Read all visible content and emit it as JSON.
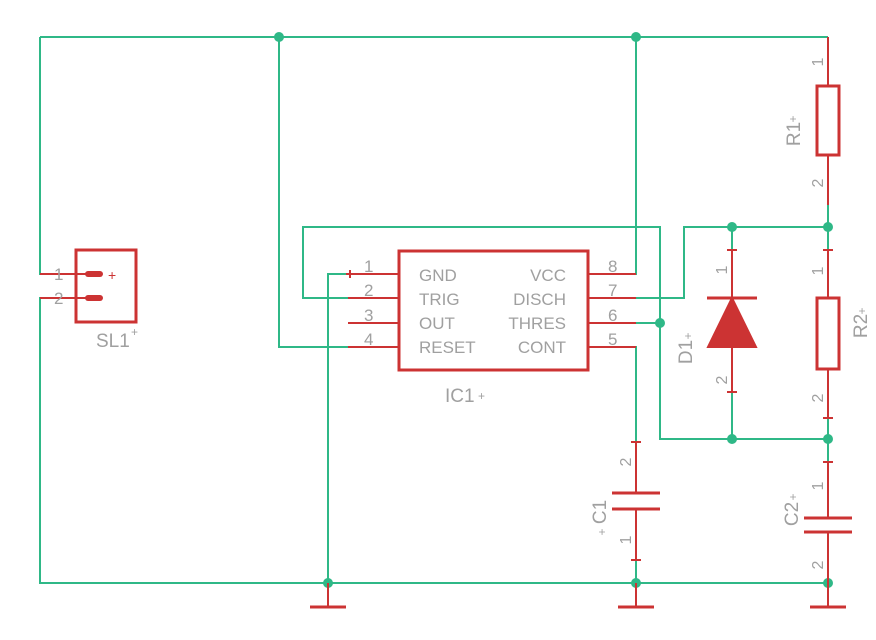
{
  "connector": {
    "name": "SL1",
    "pins": [
      "1",
      "2"
    ],
    "polarity": "+"
  },
  "ic": {
    "name": "IC1",
    "left_pins": [
      {
        "num": "1",
        "label": "GND"
      },
      {
        "num": "2",
        "label": "TRIG"
      },
      {
        "num": "3",
        "label": "OUT"
      },
      {
        "num": "4",
        "label": "RESET"
      }
    ],
    "right_pins": [
      {
        "num": "8",
        "label": "VCC"
      },
      {
        "num": "7",
        "label": "DISCH"
      },
      {
        "num": "6",
        "label": "THRES"
      },
      {
        "num": "5",
        "label": "CONT"
      }
    ]
  },
  "r1": {
    "name": "R1",
    "pin_top": "1",
    "pin_bottom": "2"
  },
  "r2": {
    "name": "R2",
    "pin_top": "1",
    "pin_bottom": "2"
  },
  "d1": {
    "name": "D1",
    "pin_top": "1",
    "pin_bottom": "2"
  },
  "c1": {
    "name": "C1",
    "pin_top": "2",
    "pin_bottom": "1"
  },
  "c2": {
    "name": "C2",
    "pin_top": "1",
    "pin_bottom": "2"
  },
  "origin_mark": "+",
  "colors": {
    "wire": "#2fb887",
    "part": "#cc3333",
    "label": "#a0a0a0"
  }
}
